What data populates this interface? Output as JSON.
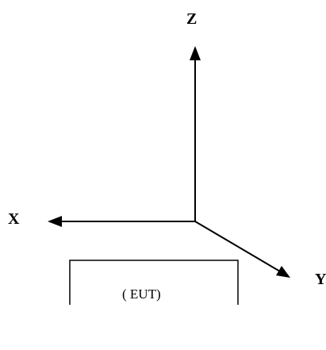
{
  "axes": {
    "z": {
      "label": "Z"
    },
    "x": {
      "label": "X"
    },
    "y": {
      "label": "Y"
    }
  },
  "device": {
    "label": "( EUT)"
  }
}
